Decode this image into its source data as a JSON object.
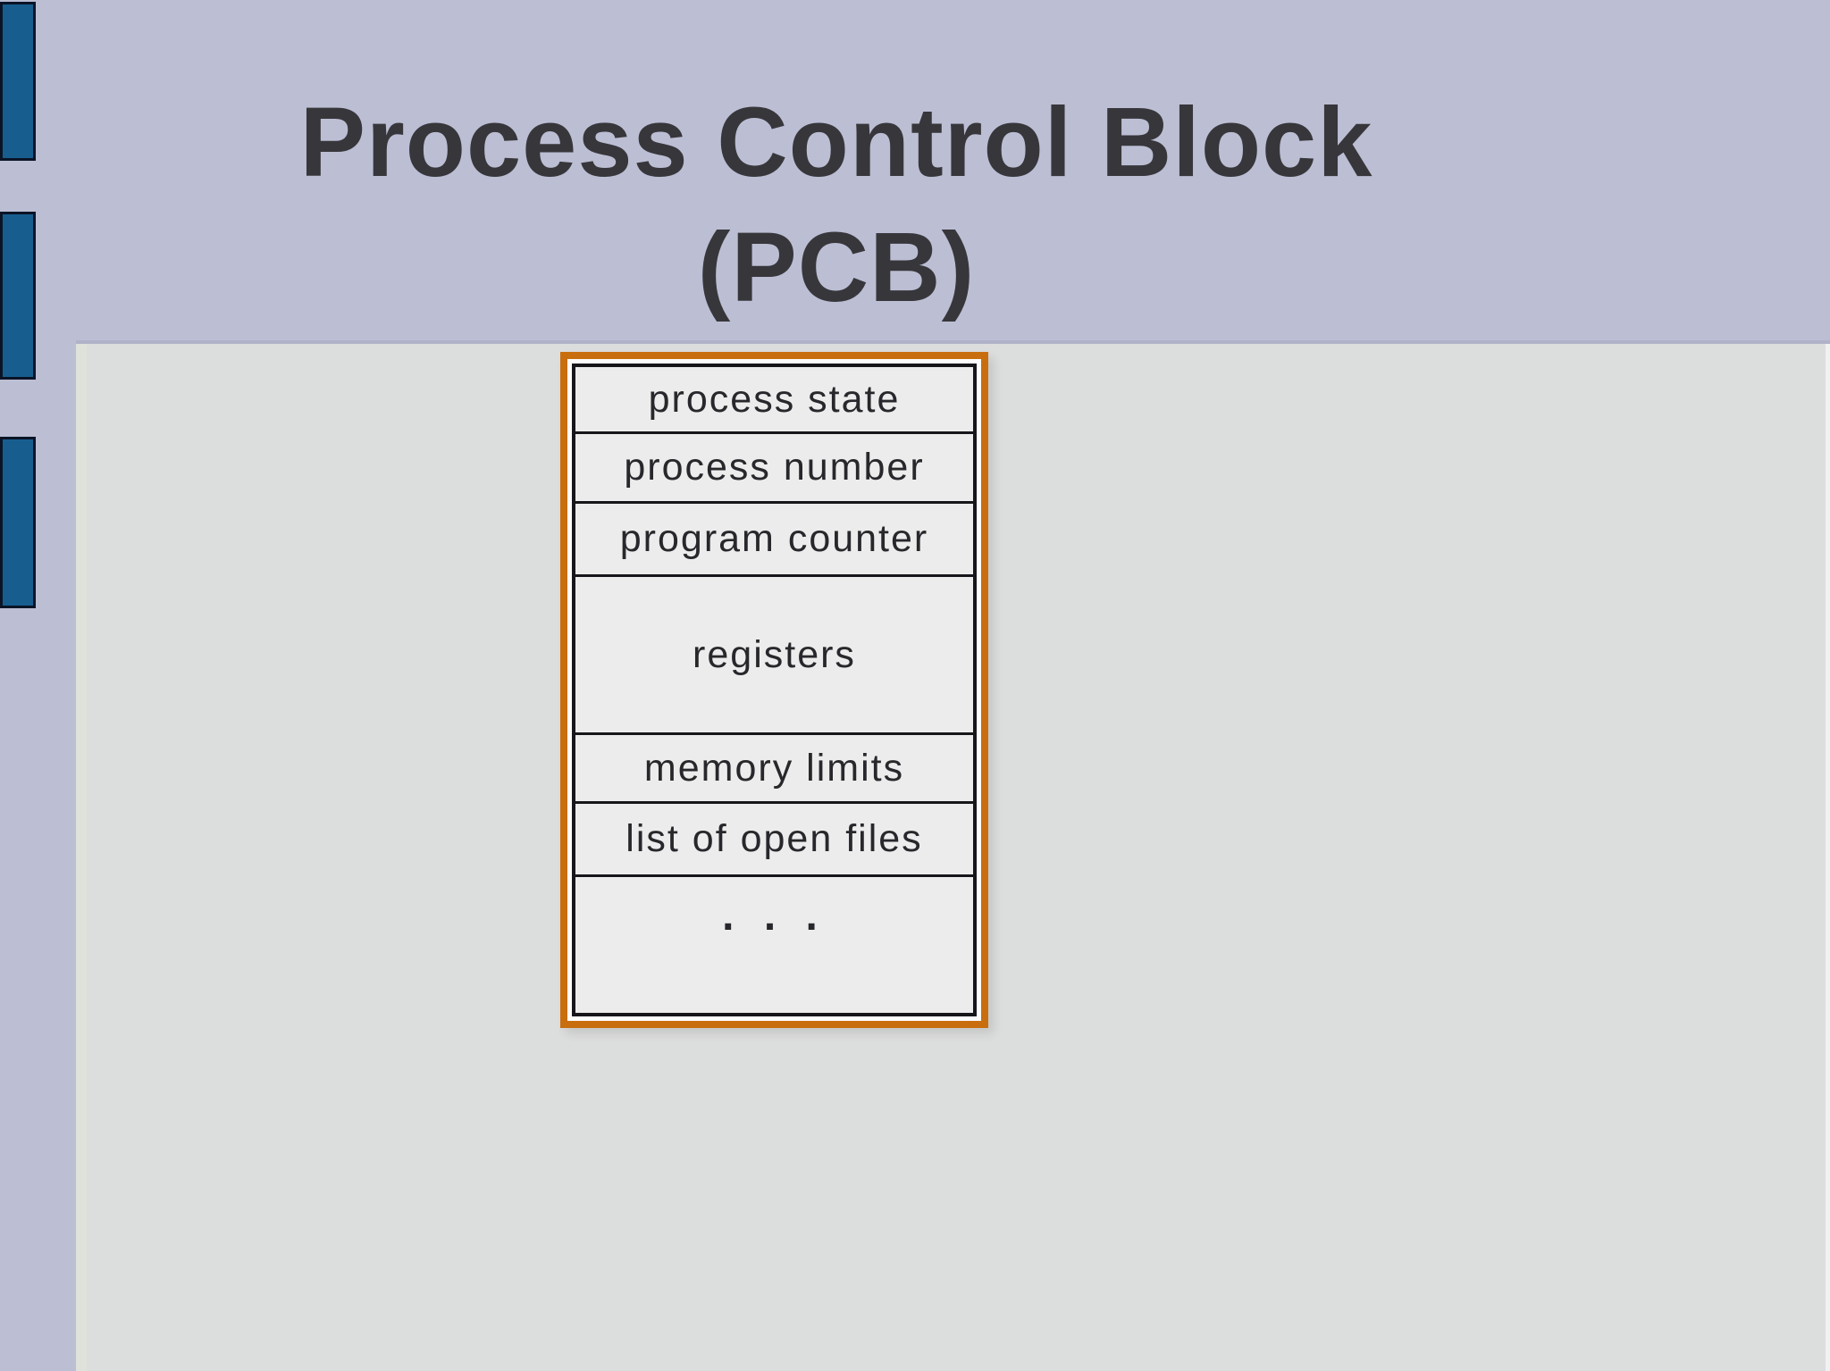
{
  "title": {
    "line1": "Process Control Block",
    "line2": "(PCB)"
  },
  "pcb": {
    "rows": [
      {
        "label": "process state"
      },
      {
        "label": "process number"
      },
      {
        "label": "program counter"
      },
      {
        "label": "registers"
      },
      {
        "label": "memory limits"
      },
      {
        "label": "list of open files"
      },
      {
        "label": ". . ."
      }
    ]
  },
  "colors": {
    "header_bg": "#bcbed4",
    "content_bg": "#dcdddd",
    "accent_blue": "#175e8f",
    "frame_orange": "#c96e0e",
    "table_bg": "#ececec",
    "table_border": "#17171b",
    "title_text": "#37373b",
    "table_text": "#28272b"
  }
}
